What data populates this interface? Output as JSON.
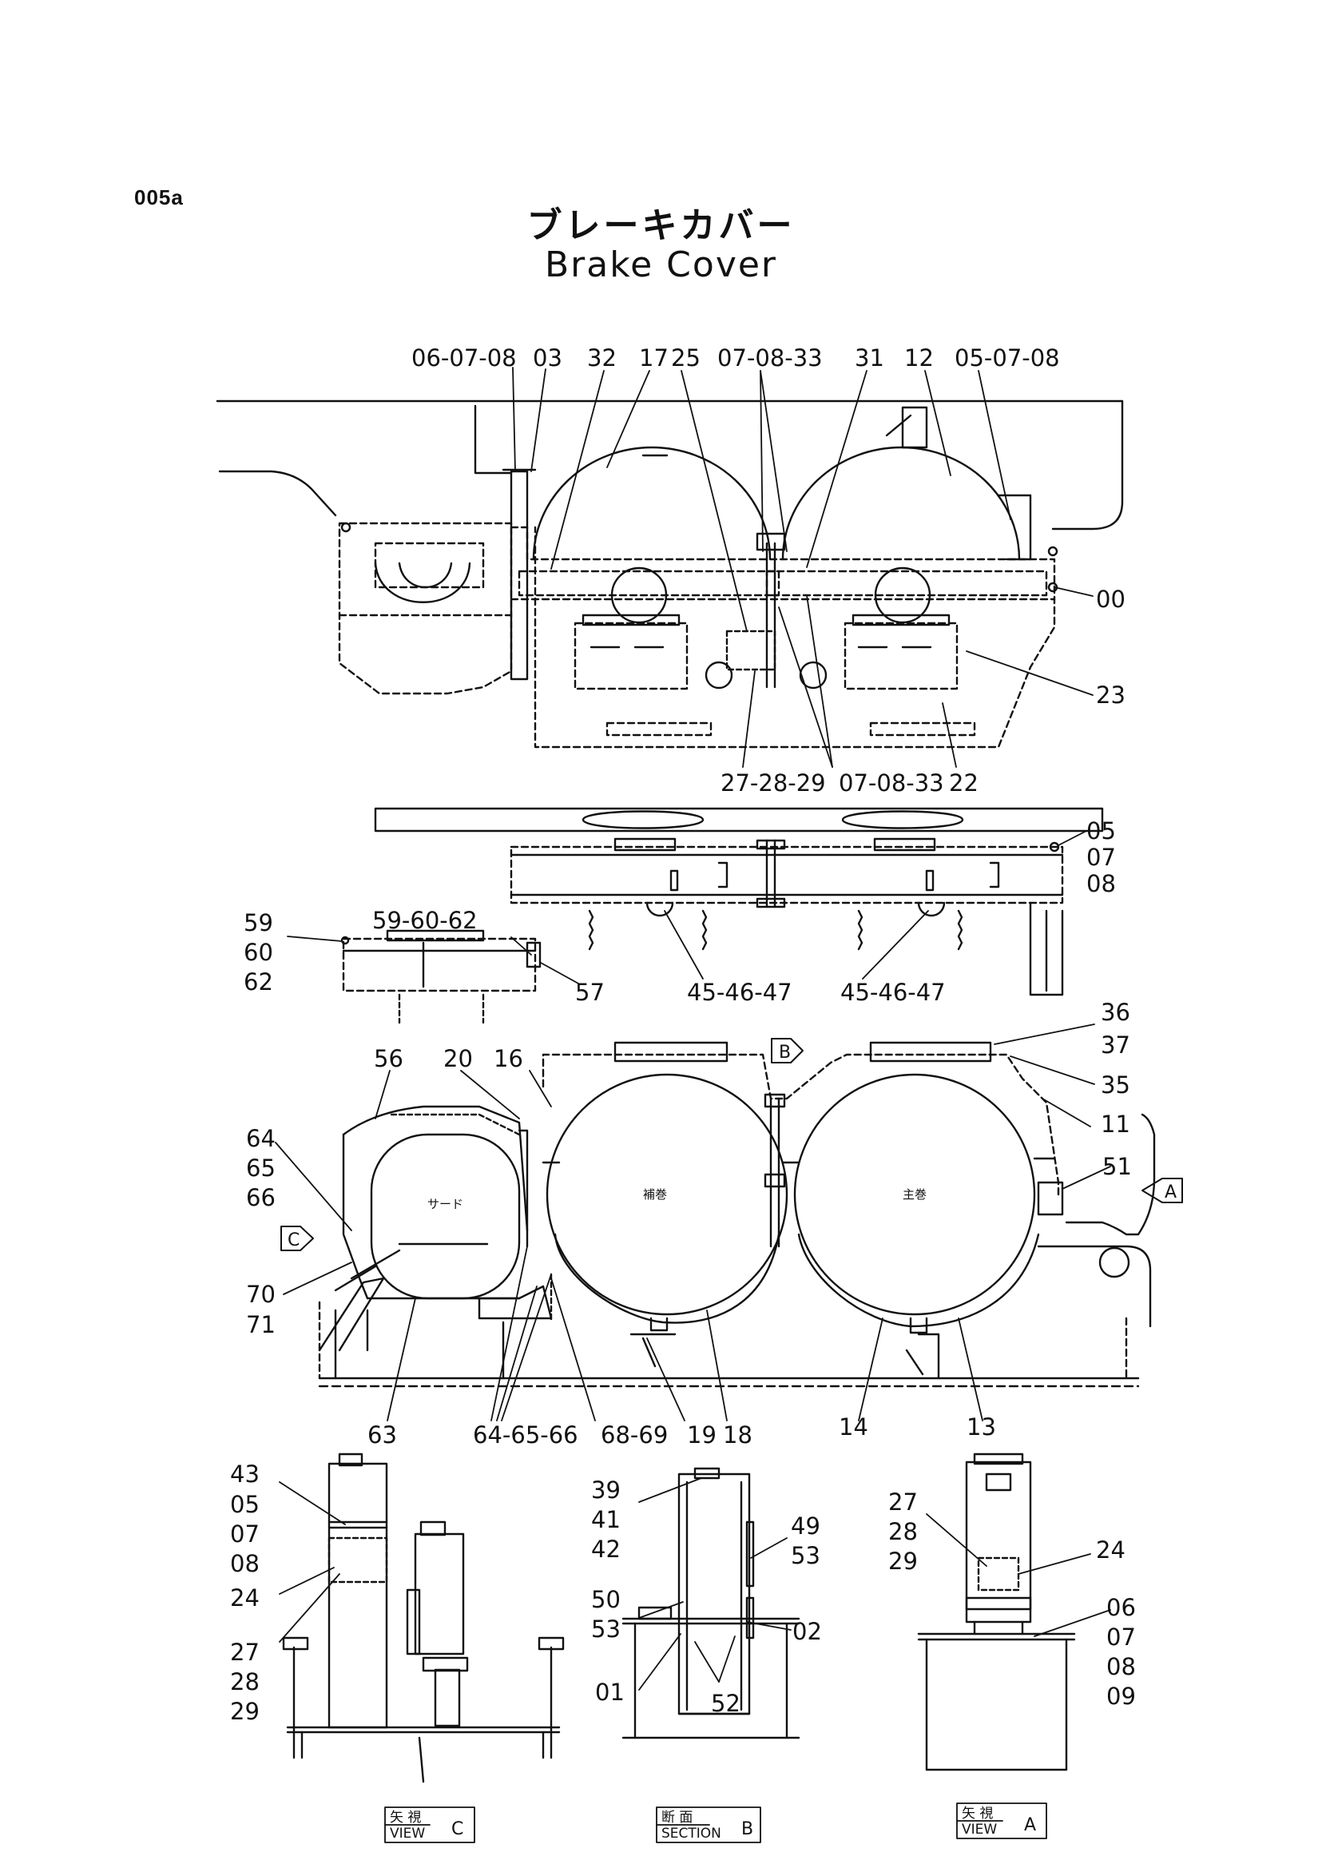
{
  "header": {
    "page_code": "005a",
    "title_jp": "ブレーキカバー",
    "title_en": "Brake Cover"
  },
  "callouts": {
    "top_view": [
      "06-07-08",
      "03",
      "32",
      "17",
      "25",
      "07-08-33",
      "31",
      "12",
      "05-07-08",
      "00",
      "23",
      "27-28-29",
      "07-08-33",
      "22"
    ],
    "plan_view": [
      "05",
      "07",
      "08",
      "59-60-62",
      "59",
      "60",
      "62",
      "57",
      "45-46-47",
      "45-46-47"
    ],
    "front_view": [
      "36",
      "37",
      "35",
      "11",
      "56",
      "20",
      "16",
      "51",
      "64",
      "65",
      "66",
      "70",
      "71",
      "63",
      "64-65-66",
      "68-69",
      "19",
      "18",
      "14",
      "13"
    ],
    "view_c": [
      "43",
      "05",
      "07",
      "08",
      "24",
      "27",
      "28",
      "29"
    ],
    "section_b": [
      "39",
      "41",
      "42",
      "49",
      "53",
      "50",
      "53",
      "02",
      "01",
      "52"
    ],
    "view_a": [
      "27",
      "28",
      "29",
      "24",
      "06",
      "07",
      "08",
      "09"
    ]
  },
  "view_markers": {
    "b": "B",
    "a": "A",
    "c": "C"
  },
  "drum_labels": {
    "third": "サード",
    "aux": "補巻",
    "main": "主巻"
  },
  "view_titles": {
    "c": {
      "jp": "矢 視",
      "en": "VIEW",
      "letter": "C"
    },
    "b": {
      "jp": "断 面",
      "en": "SECTION",
      "letter": "B"
    },
    "a": {
      "jp": "矢 視",
      "en": "VIEW",
      "letter": "A"
    }
  }
}
